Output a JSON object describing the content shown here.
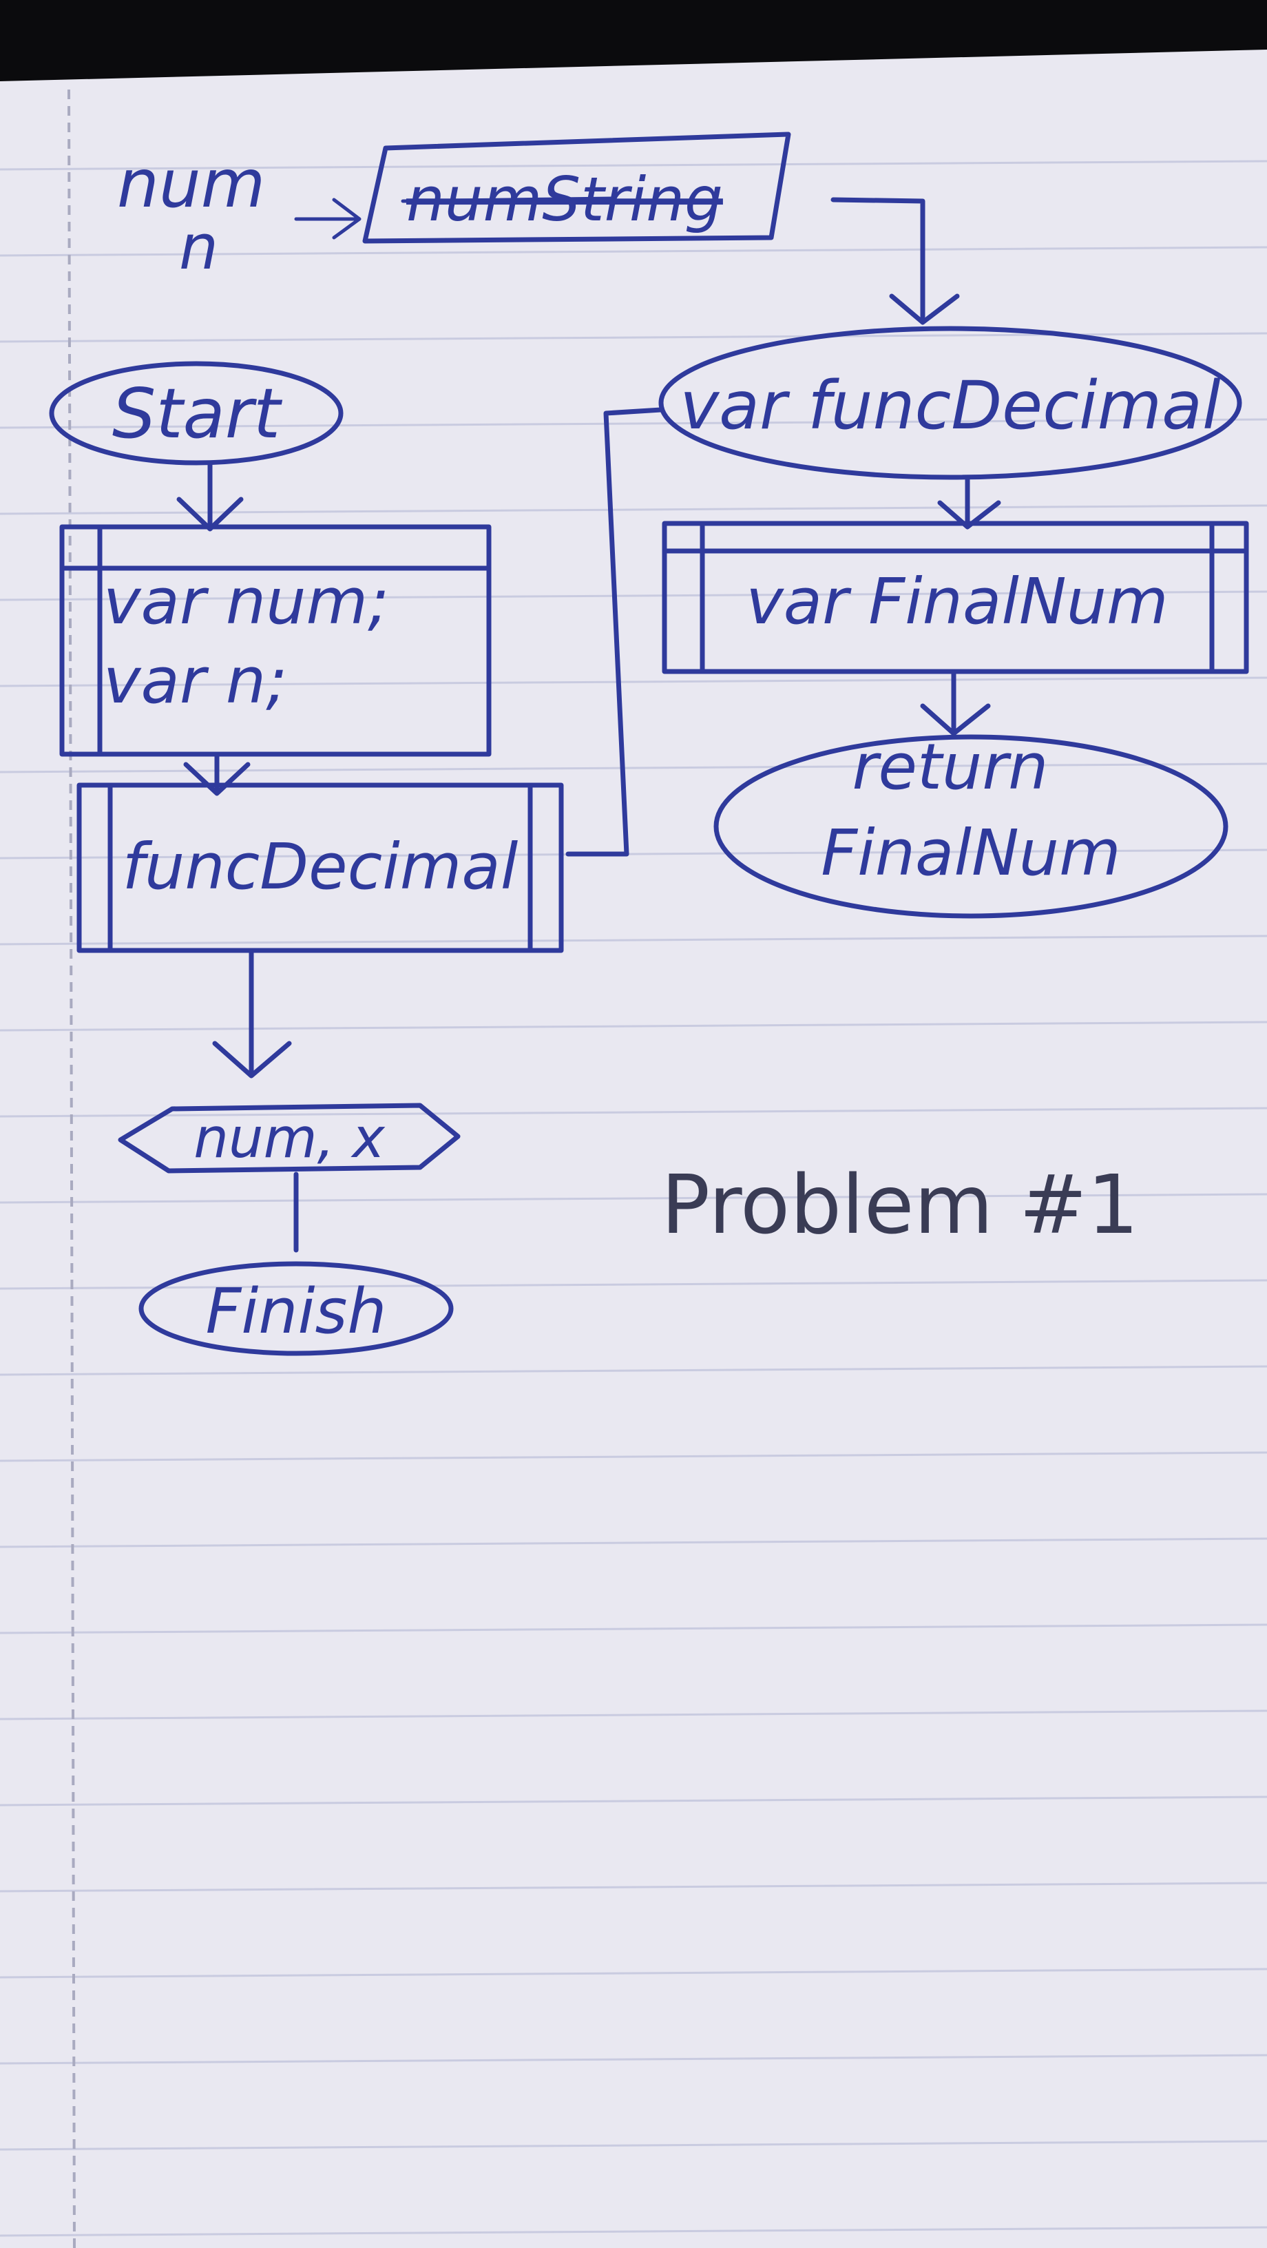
{
  "colors": {
    "ink": "#2f3a9c",
    "paper": "#e9e8f1",
    "rule_line": "#c9cbe0",
    "margin_line": "#a9aac0",
    "backdrop": "#0b0b0d"
  },
  "input_param_1": "num",
  "input_param_2": "n",
  "parameter_box_text": "numString",
  "main_flow": {
    "start": "Start",
    "declare_line_1": "var num;",
    "declare_line_2": "var n;",
    "call": "funcDecimal",
    "output": "num, x",
    "end": "Finish"
  },
  "function_flow": {
    "header": "var funcDecimal",
    "declare": "var FinalNum",
    "return_line_1": "return",
    "return_line_2": "FinalNum"
  },
  "problem_label": "Problem #1"
}
